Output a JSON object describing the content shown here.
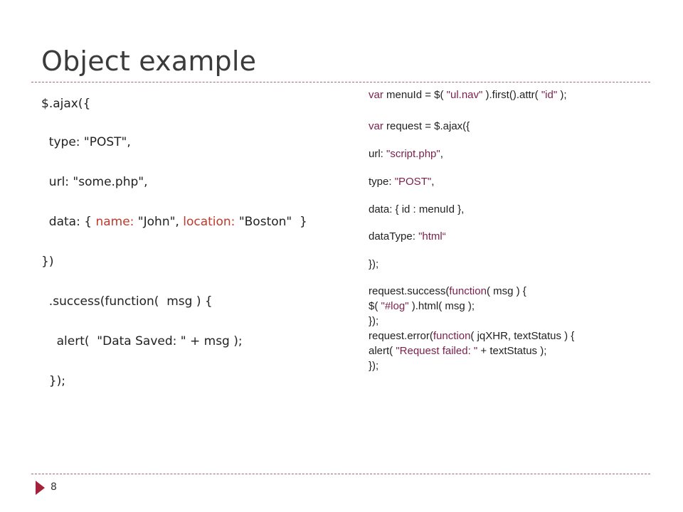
{
  "slide": {
    "title": "Object example",
    "page_number": "8"
  },
  "left_code": {
    "line1": "$.ajax({",
    "line2": "  type: \"POST\",",
    "line3": "  url: \"some.php\",",
    "line4_a": "  data: { ",
    "line4_key1": "name:",
    "line4_b": " \"John\", ",
    "line4_key2": "location:",
    "line4_c": " \"Boston\"  }",
    "line5": "})",
    "line6": "  .success(function(  msg ) {",
    "line7": "    alert(  \"Data Saved: \" + msg );",
    "line8": "  });"
  },
  "right_code": {
    "line1_kw": "var",
    "line1_a": " menuId = $( ",
    "line1_str1": "\"ul.nav\"",
    "line1_b": " ).first().attr( ",
    "line1_str2": "\"id\"",
    "line1_c": " );",
    "line2_kw": "var",
    "line2_a": " request = $.ajax({",
    "line3_a": "url: ",
    "line3_str": "\"script.php\"",
    "line3_b": ",",
    "line4_a": "type: ",
    "line4_str": "\"POST\"",
    "line4_b": ",",
    "line5": "data: { id : menuId },",
    "line6_a": "dataType: ",
    "line6_str": "\"html“",
    "line7": "});",
    "line8_a": "request.success(",
    "line8_kw": "function",
    "line8_b": "( msg ) {",
    "line9_a": "$( ",
    "line9_str": "\"#log\"",
    "line9_b": " ).html( msg );",
    "line10": "});",
    "line11_a": "request.error(",
    "line11_kw": "function",
    "line11_b": "( jqXHR, textStatus ) {",
    "line12_a": "alert( ",
    "line12_str": "\"Request failed: \"",
    "line12_b": " + textStatus );",
    "line13": "});"
  },
  "colors": {
    "accent": "#a3223a",
    "keyword": "#7a1f4b",
    "property_red": "#c0392b"
  }
}
